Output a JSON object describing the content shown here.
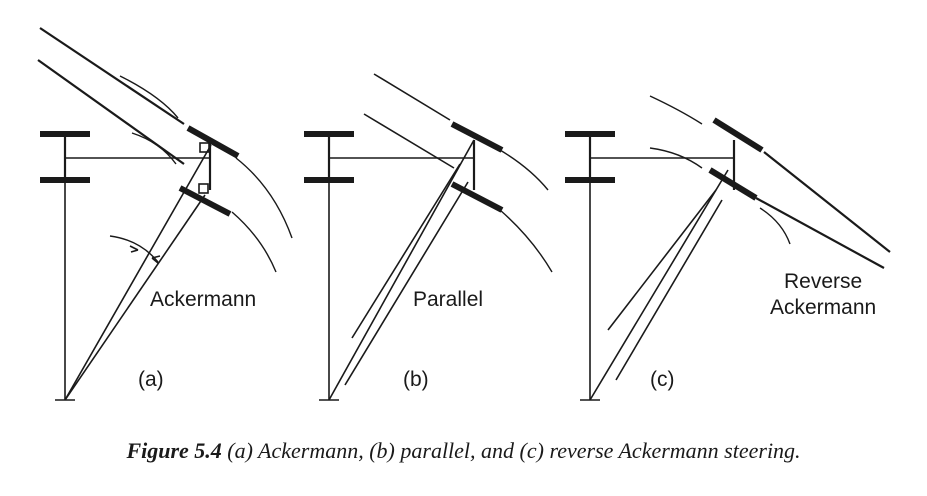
{
  "labels": {
    "a_name": "Ackermann",
    "b_name": "Parallel",
    "c_name_line1": "Reverse",
    "c_name_line2": "Ackermann",
    "a_tag": "(a)",
    "b_tag": "(b)",
    "c_tag": "(c)"
  },
  "caption": {
    "figure_number": "Figure 5.4",
    "text": "(a) Ackermann, (b) parallel, and (c) reverse Ackermann steering."
  }
}
